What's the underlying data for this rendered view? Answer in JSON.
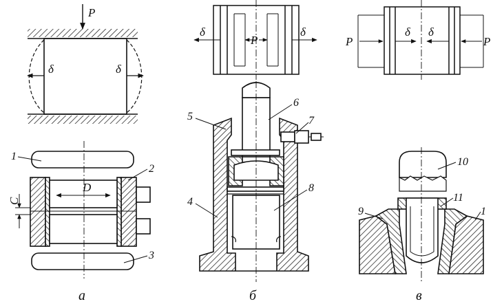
{
  "labels": {
    "force": "P",
    "delta": "δ",
    "diameter": "D",
    "gap": "C"
  },
  "captions": [
    "а",
    "б",
    "в"
  ],
  "part_numbers": [
    "1",
    "2",
    "3",
    "4",
    "5",
    "6",
    "7",
    "8",
    "9",
    "10",
    "11",
    "1"
  ],
  "colors": {
    "ink": "#111111",
    "background": "#ffffff"
  }
}
